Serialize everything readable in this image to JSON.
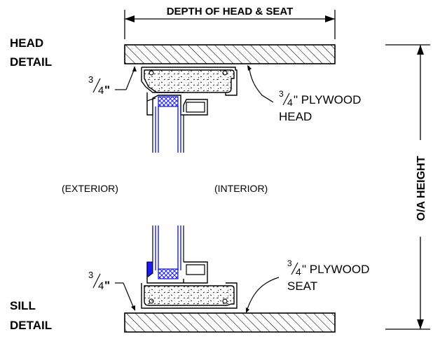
{
  "labels": {
    "depth_dimension": "DEPTH OF HEAD & SEAT",
    "head_title_line1": "HEAD",
    "head_title_line2": "DETAIL",
    "sill_title_line1": "SILL",
    "sill_title_line2": "DETAIL",
    "head_gap_num": "3",
    "head_gap_den": "4",
    "head_gap_unit": "\"",
    "head_plywood_num": "3",
    "head_plywood_den": "4",
    "head_plywood_text": "\" PLYWOOD",
    "head_plywood_line2": "HEAD",
    "exterior": "(EXTERIOR)",
    "interior": "(INTERIOR)",
    "sill_gap_num": "3",
    "sill_gap_den": "4",
    "sill_gap_unit": "\"",
    "sill_plywood_num": "3",
    "sill_plywood_den": "4",
    "sill_plywood_text": "\" PLYWOOD",
    "sill_plywood_line2": "SEAT",
    "height_dimension": "O/A HEIGHT"
  },
  "colors": {
    "ink": "#000000",
    "glass": "#1a1aff",
    "spacer": "#1a1aff"
  }
}
